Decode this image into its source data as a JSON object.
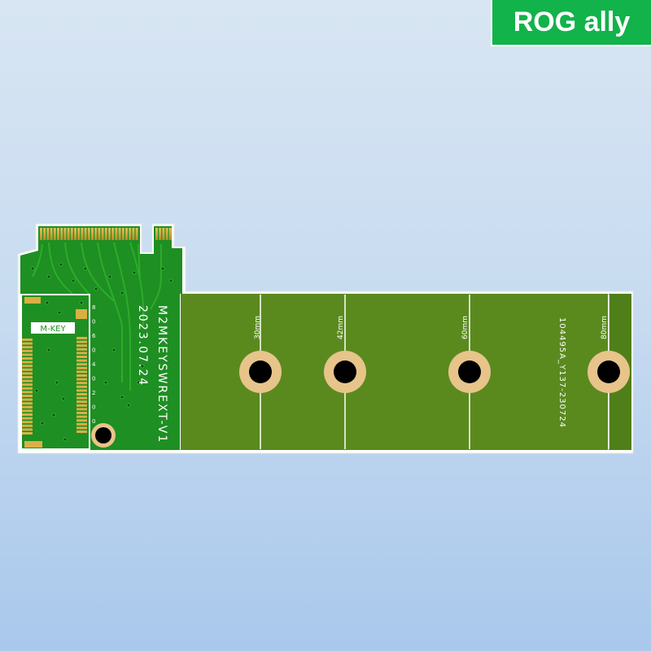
{
  "badge": {
    "label": "ROG ally",
    "color": "#11b34a"
  },
  "board": {
    "silkscreen_name": "M2MKEYSWREXT-V1",
    "silkscreen_date": "2023.07.24",
    "part_number": "104495A_Y137-230724",
    "key_label": "M-KEY",
    "mount_labels": [
      "30mm",
      "42mm",
      "60mm",
      "80mm"
    ],
    "scale_numbers": [
      "8",
      "0",
      "6",
      "0",
      "4",
      "0",
      "2",
      "0",
      "0"
    ],
    "colors": {
      "pcb_dark": "#1e8f22",
      "pcb_green": "#2ea826",
      "pcb_olive": "#5a8a1e",
      "gold": "#c9a43a",
      "pad": "#e7c48a"
    }
  }
}
